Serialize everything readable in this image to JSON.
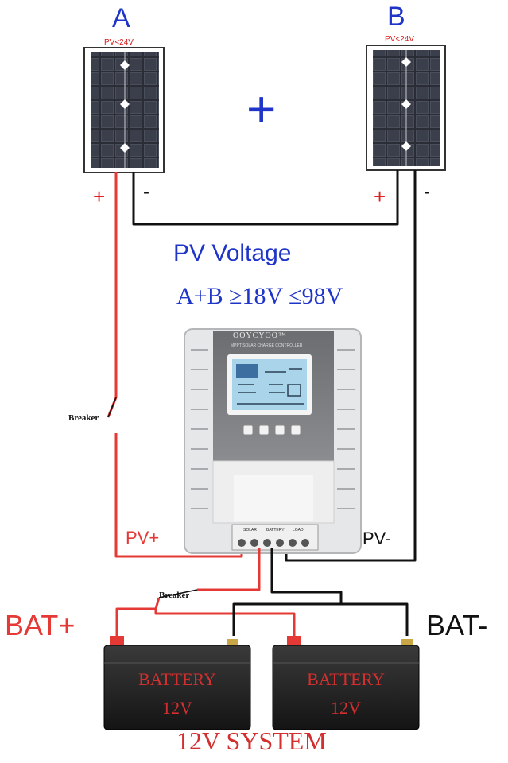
{
  "panels": [
    {
      "letter": "A",
      "rating": "PV<24V",
      "plus": "+",
      "minus": "-"
    },
    {
      "letter": "B",
      "rating": "PV<24V",
      "plus": "+",
      "minus": "-"
    }
  ],
  "series_symbol": "+",
  "pv_voltage": {
    "title": "PV    Voltage",
    "range": "A+B ≥18V  ≤98V"
  },
  "controller": {
    "brand": "OOYCYOO™",
    "subtitle": "MPPT SOLAR CHARGE CONTROLLER",
    "terminals": [
      "SOLAR",
      "BATTERY",
      "LOAD"
    ]
  },
  "breakers": [
    "Breaker",
    "Breaker"
  ],
  "terminals": {
    "pv_plus": "PV+",
    "pv_minus": "PV-",
    "bat_plus": "BAT+",
    "bat_minus": "BAT-"
  },
  "batteries": [
    {
      "label": "BATTERY",
      "voltage": "12V"
    },
    {
      "label": "BATTERY",
      "voltage": "12V"
    }
  ],
  "system_label": "12V SYSTEM",
  "colors": {
    "blue_text": "#1f35c9",
    "red_wire": "#e53935",
    "black_wire": "#111111",
    "battery_text": "#d32f2f"
  }
}
